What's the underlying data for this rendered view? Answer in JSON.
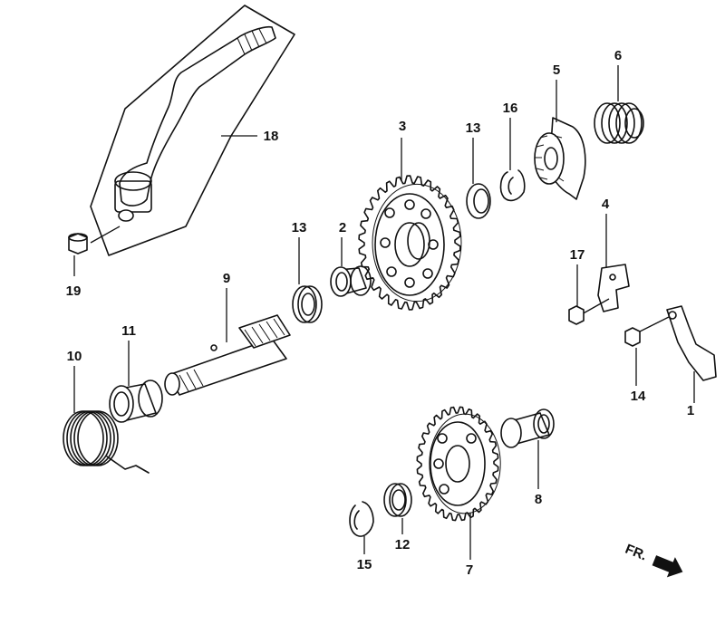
{
  "diagram": {
    "callouts": [
      {
        "id": "1",
        "label": "1"
      },
      {
        "id": "2",
        "label": "2"
      },
      {
        "id": "3",
        "label": "3"
      },
      {
        "id": "4",
        "label": "4"
      },
      {
        "id": "5",
        "label": "5"
      },
      {
        "id": "6",
        "label": "6"
      },
      {
        "id": "7",
        "label": "7"
      },
      {
        "id": "8",
        "label": "8"
      },
      {
        "id": "9",
        "label": "9"
      },
      {
        "id": "10",
        "label": "10"
      },
      {
        "id": "11",
        "label": "11"
      },
      {
        "id": "12",
        "label": "12"
      },
      {
        "id": "13a",
        "label": "13"
      },
      {
        "id": "13b",
        "label": "13"
      },
      {
        "id": "14",
        "label": "14"
      },
      {
        "id": "15",
        "label": "15"
      },
      {
        "id": "16",
        "label": "16"
      },
      {
        "id": "17",
        "label": "17"
      },
      {
        "id": "18",
        "label": "18"
      },
      {
        "id": "19",
        "label": "19"
      }
    ],
    "direction_marker": {
      "label": "FR."
    }
  }
}
